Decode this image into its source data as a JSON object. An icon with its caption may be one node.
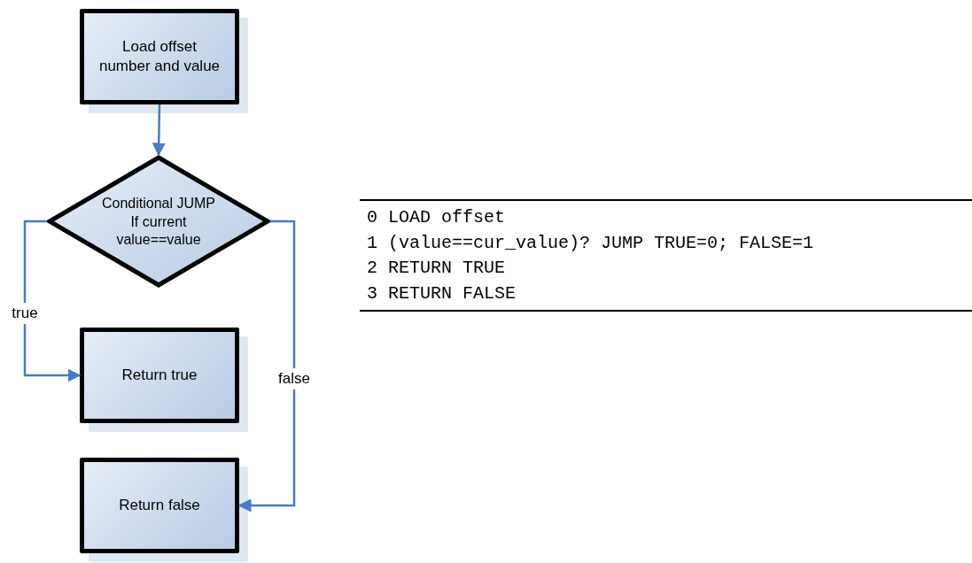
{
  "diagram": {
    "nodes": [
      {
        "text": [
          "Load offset number and value"
        ]
      },
      {
        "text": [
          "Conditional JUMP If current value==value"
        ]
      },
      {
        "text": [
          "Return true"
        ]
      },
      {
        "text": [
          "Return false"
        ]
      }
    ],
    "edges": [
      {
        "from": 0,
        "to": 1,
        "arrow": "to"
      },
      {
        "from": 1,
        "to": 2,
        "arrow": "to",
        "label": "true"
      },
      {
        "from": 1,
        "to": 3,
        "arrow": "to",
        "label": "false"
      }
    ],
    "labels": [
      "0 LOAD offset",
      "1 (value==cur_value)? JUMP TRUE=0; FALSE=1",
      "2 RETURN TRUE",
      "3 RETURN FALSE"
    ]
  }
}
